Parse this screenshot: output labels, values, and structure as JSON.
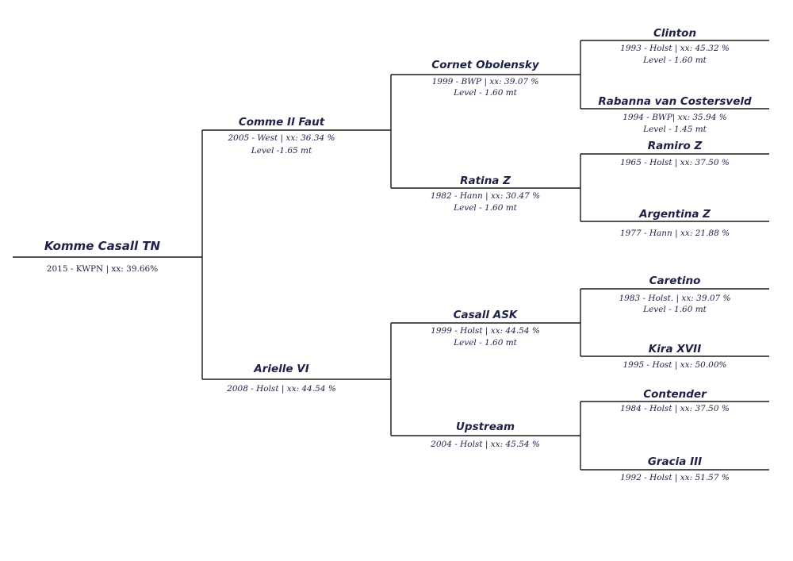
{
  "pedigree": {
    "subject": {
      "name": "Komme Casall TN",
      "info": "2015 - KWPN | xx: 39.66%"
    },
    "sire": {
      "name": "Comme Il Faut",
      "info1": "2005 - West | xx: 36.34 %",
      "info2": "Level -1.65 mt"
    },
    "dam": {
      "name": "Arielle VI",
      "info1": "2008 - Holst | xx: 44.54 %"
    },
    "sire_sire": {
      "name": "Cornet Obolensky",
      "info1": "1999 - BWP | xx: 39.07 %",
      "info2": "Level - 1.60 mt"
    },
    "sire_dam": {
      "name": "Ratina Z",
      "info1": "1982 - Hann | xx: 30.47 %",
      "info2": "Level - 1.60 mt"
    },
    "dam_sire": {
      "name": "Casall ASK",
      "info1": "1999 - Holst | xx: 44.54 %",
      "info2": "Level - 1.60 mt"
    },
    "dam_dam": {
      "name": "Upstream",
      "info1": "2004 - Holst | xx: 45.54 %"
    },
    "ggp": [
      {
        "name": "Clinton",
        "info1": "1993 - Holst |  xx: 45.32 %",
        "info2": "Level - 1.60 mt"
      },
      {
        "name": "Rabanna van Costersveld",
        "info1": "1994 - BWP| xx: 35.94 %",
        "info2": "Level - 1.45 mt"
      },
      {
        "name": "Ramiro Z",
        "info1": "1965 - Holst  | xx: 37.50 %"
      },
      {
        "name": "Argentina Z",
        "info1": "1977 - Hann | xx: 21.88 %"
      },
      {
        "name": "Caretino",
        "info1": "1983 - Holst. | xx: 39.07 %",
        "info2": "Level - 1.60 mt"
      },
      {
        "name": "Kira XVII",
        "info1": "1995 - Host | xx: 50.00%"
      },
      {
        "name": "Contender",
        "info1": "1984 - Holst | xx: 37.50 %"
      },
      {
        "name": "Gracia III",
        "info1": "1992 - Holst | xx: 51.57 %"
      }
    ]
  }
}
